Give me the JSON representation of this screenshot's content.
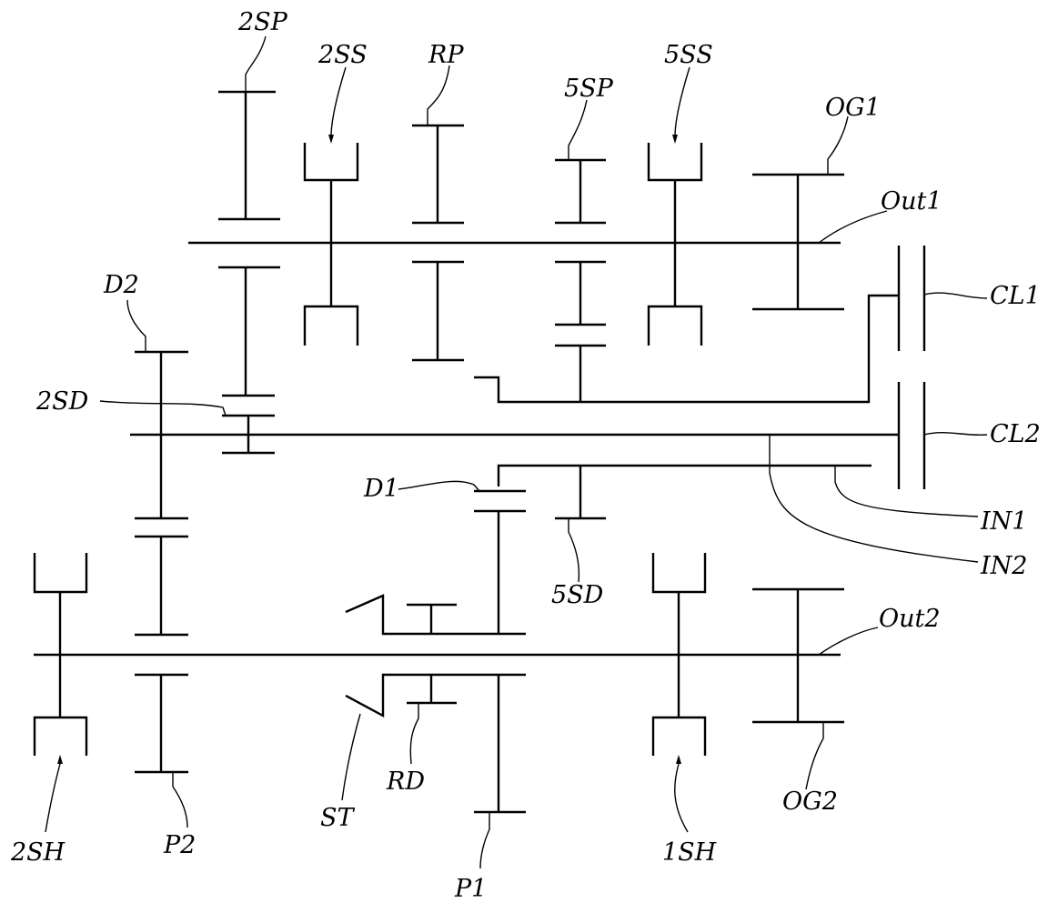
{
  "labels": {
    "sp2": "2SP",
    "ss2": "2SS",
    "rp": "RP",
    "sp5": "5SP",
    "ss5": "5SS",
    "og1": "OG1",
    "out1": "Out1",
    "cl1": "CL1",
    "d2": "D2",
    "sd2": "2SD",
    "cl2": "CL2",
    "d1": "D1",
    "in1": "IN1",
    "sd5": "5SD",
    "in2": "IN2",
    "out2": "Out2",
    "sh2": "2SH",
    "p2": "P2",
    "st": "ST",
    "rd": "RD",
    "og2": "OG2",
    "p1": "P1",
    "sh1": "1SH"
  }
}
